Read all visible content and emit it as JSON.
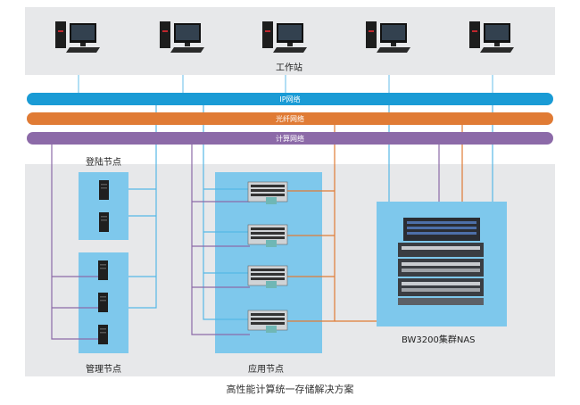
{
  "workstations": {
    "label": "工作站",
    "count": 5
  },
  "networks": [
    {
      "label": "IP网络",
      "color": "#1a9bd5"
    },
    {
      "label": "光纤网络",
      "color": "#e07b35"
    },
    {
      "label": "计算网络",
      "color": "#8c6aa8"
    }
  ],
  "groups": {
    "login": {
      "label": "登陆节点"
    },
    "management": {
      "label": "管理节点"
    },
    "application": {
      "label": "应用节点"
    },
    "nas": {
      "label": "BW3200集群NAS"
    }
  },
  "caption": "高性能计算统一存储解决方案",
  "colors": {
    "panel_blue": "#7ec8ec",
    "zone_gray": "#e7e8ea",
    "ip": "#1a9bd5",
    "fiber": "#e07b35",
    "compute": "#8c6aa8"
  }
}
